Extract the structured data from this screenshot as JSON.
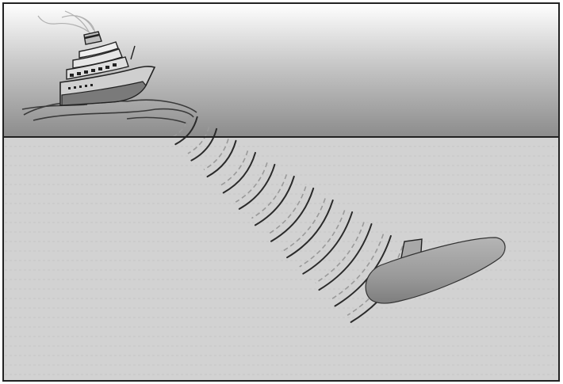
{
  "scene": {
    "subject": "sonar",
    "elements": [
      "ship",
      "sea-surface",
      "sound-waves",
      "submarine"
    ],
    "colors": {
      "sky_top": "#ffffff",
      "sky_bottom": "#8c8c8c",
      "water": "#d2d2d2",
      "surface_line": "#222222",
      "submarine": "#9a9a9a",
      "solid_wave": "#2a2a2a",
      "dashed_wave": "#9a9a9a",
      "ship_hull": "#cfcfcf",
      "frame": "#222222"
    }
  }
}
